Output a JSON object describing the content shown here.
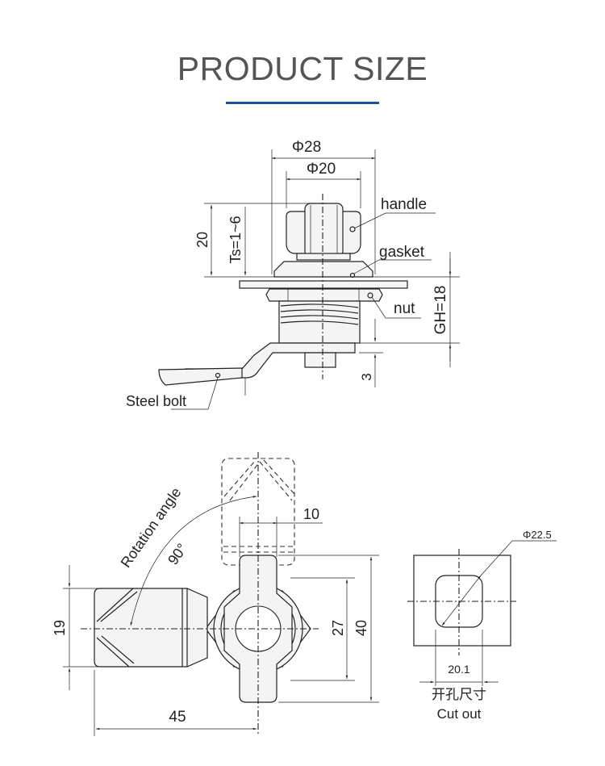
{
  "header": {
    "title": "PRODUCT SIZE",
    "accent_color": "#1f4e9a"
  },
  "side_view": {
    "dim_outer_diameter": "Φ28",
    "dim_inner_diameter": "Φ20",
    "dim_height": "20",
    "dim_thickness": "Ts=1~6",
    "dim_grip": "GH=18",
    "dim_offset": "3",
    "labels": {
      "handle": "handle",
      "gasket": "gasket",
      "nut": "nut",
      "steel_bolt": "Steel bolt"
    }
  },
  "front_view": {
    "rotation_label": "Rotation angle",
    "rotation_value": "90°",
    "dim_width": "10",
    "dim_19": "19",
    "dim_27": "27",
    "dim_40": "40",
    "dim_45": "45"
  },
  "cutout": {
    "dim_diameter": "Φ22.5",
    "dim_width": "20.1",
    "label_cn": "开孔尺寸",
    "label_en": "Cut out"
  }
}
